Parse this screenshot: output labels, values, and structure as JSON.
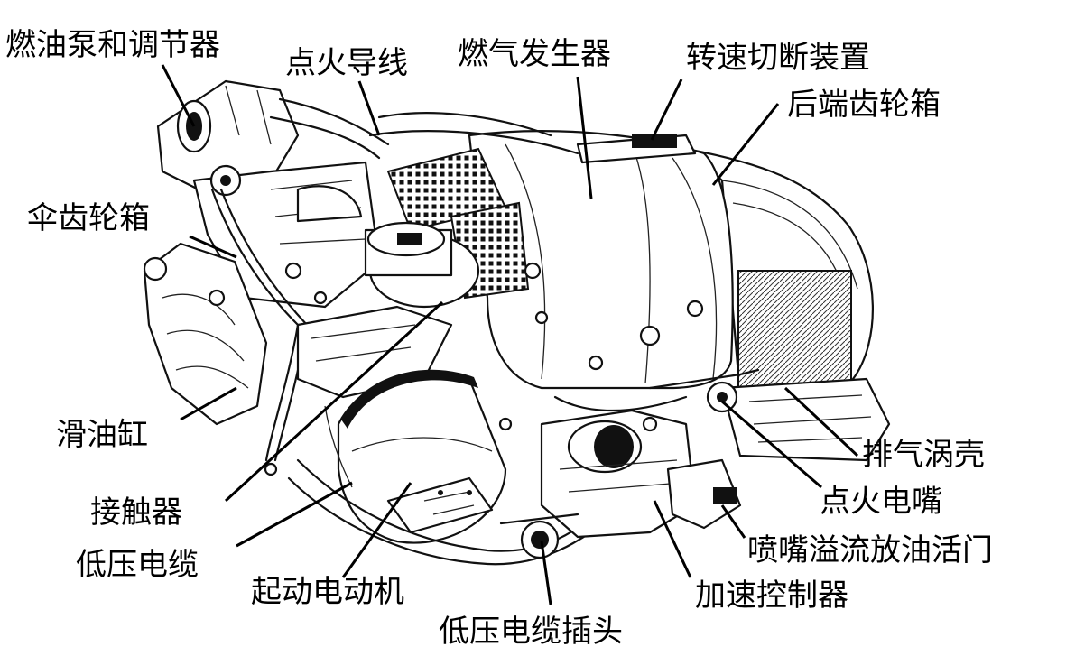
{
  "labels": {
    "fuel_pump_regulator": "燃油泵和调节器",
    "ignition_lead": "点火导线",
    "gas_generator": "燃气发生器",
    "speed_cutoff": "转速切断装置",
    "rear_gearbox": "后端齿轮箱",
    "bevel_gearbox": "伞齿轮箱",
    "oil_tank": "滑油缸",
    "contactor": "接触器",
    "low_voltage_cable": "低压电缆",
    "starter_motor": "起动电动机",
    "low_voltage_cable_plug": "低压电缆插头",
    "acceleration_controller": "加速控制器",
    "nozzle_drain_valve": "喷嘴溢流放油活门",
    "igniter_plug": "点火电嘴",
    "exhaust_collector": "排气涡壳"
  },
  "colors": {
    "line": "#111111",
    "background": "#ffffff"
  }
}
